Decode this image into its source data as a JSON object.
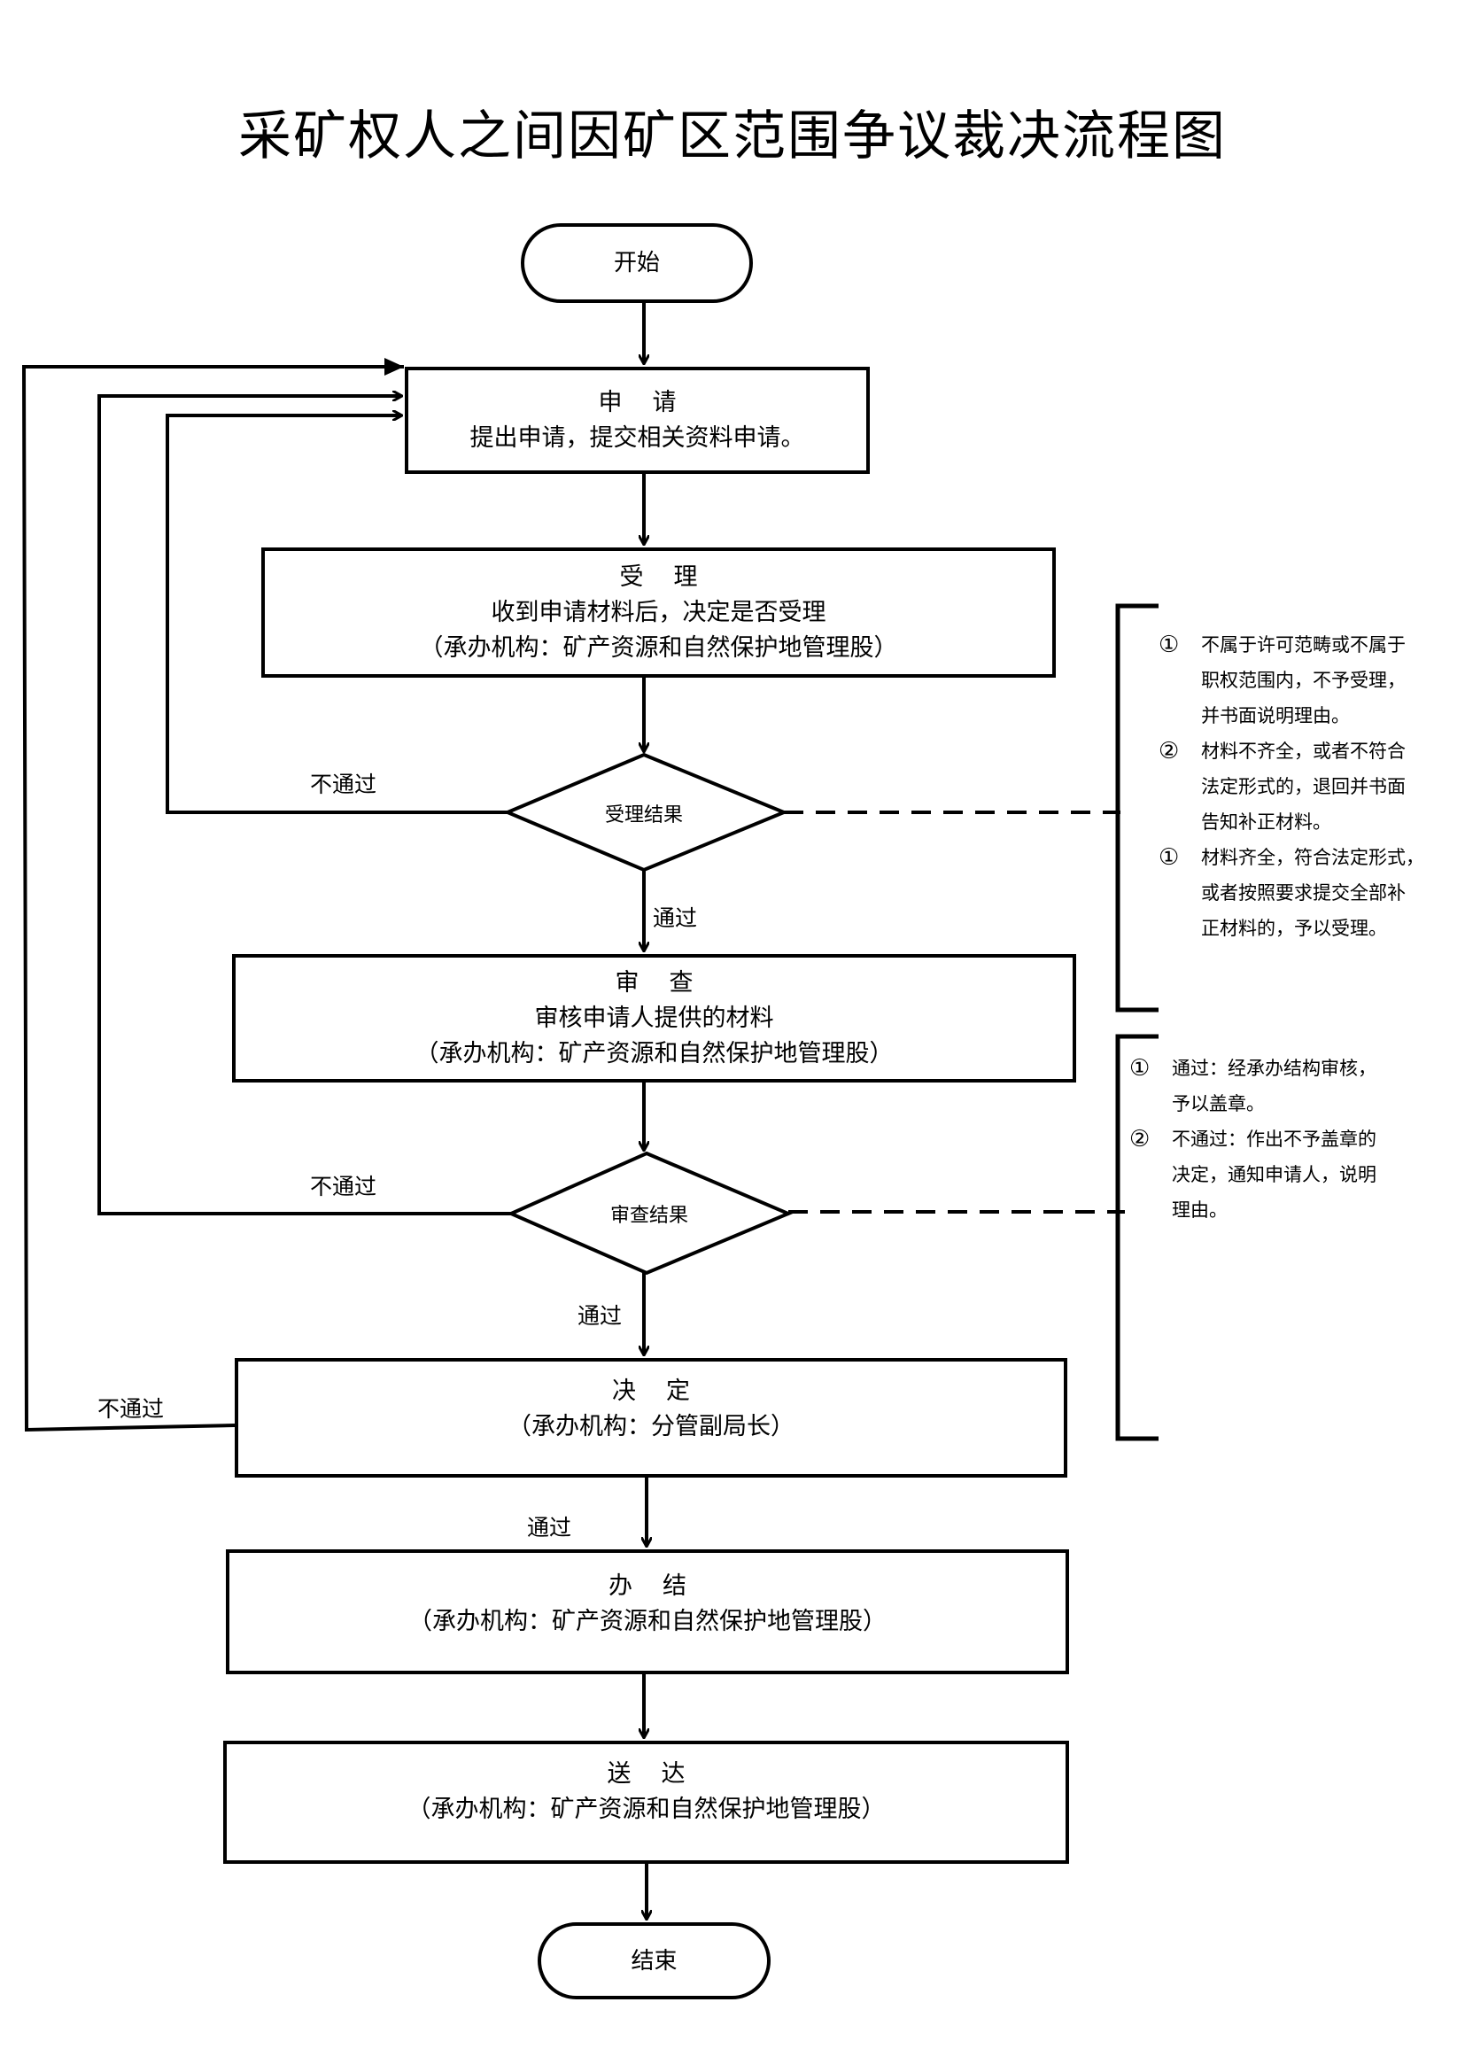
{
  "title": "采矿权人之间因矿区范围争议裁决流程图",
  "nodes": {
    "start": "开始",
    "apply": {
      "head": "申请",
      "lines": [
        "提出申请，提交相关资料申请。"
      ]
    },
    "accept": {
      "head": "受理",
      "lines": [
        "收到申请材料后，决定是否受理",
        "（承办机构：矿产资源和自然保护地管理股）"
      ]
    },
    "accept_result": "受理结果",
    "review": {
      "head": "审查",
      "lines": [
        "审核申请人提供的材料",
        "（承办机构：矿产资源和自然保护地管理股）"
      ]
    },
    "review_result": "审查结果",
    "decide": {
      "head": "决定",
      "lines": [
        "（承办机构：分管副局长）"
      ]
    },
    "finish": {
      "head": "办结",
      "lines": [
        "（承办机构：矿产资源和自然保护地管理股）"
      ]
    },
    "deliver": {
      "head": "送达",
      "lines": [
        "（承办机构：矿产资源和自然保护地管理股）"
      ]
    },
    "end": "结束"
  },
  "edge_labels": {
    "accept_fail": "不通过",
    "accept_pass": "通过",
    "review_fail": "不通过",
    "review_pass": "通过",
    "decide_fail": "不通过",
    "decide_pass": "通过"
  },
  "notes_accept": [
    {
      "num": "①",
      "text": "不属于许可范畴或不属于\n职权范围内，不予受理，\n并书面说明理由。"
    },
    {
      "num": "②",
      "text": "材料不齐全，或者不符合\n法定形式的，退回并书面\n告知补正材料。"
    },
    {
      "num": "①",
      "text": "材料齐全，符合法定形式，\n或者按照要求提交全部补\n正材料的，予以受理。"
    }
  ],
  "notes_review": [
    {
      "num": "①",
      "text": "通过：经承办结构审核，\n予以盖章。"
    },
    {
      "num": "②",
      "text": "不通过：作出不予盖章的\n决定，通知申请人，说明\n理由。"
    }
  ]
}
